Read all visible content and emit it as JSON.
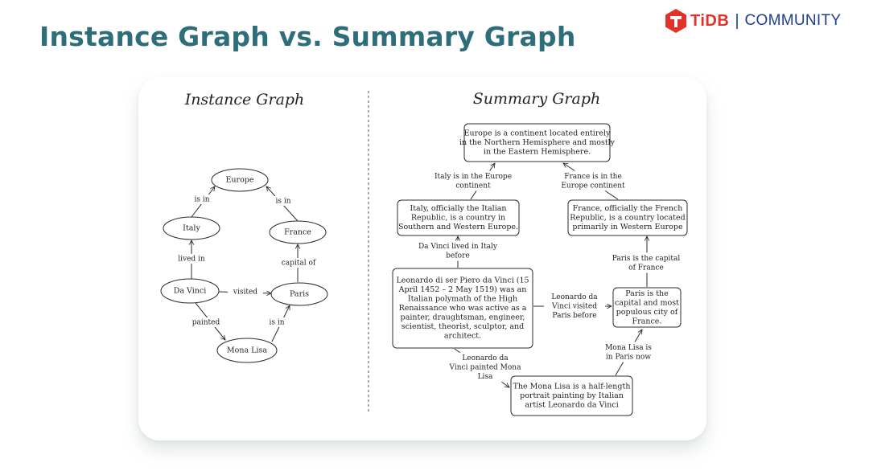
{
  "slide": {
    "title": "Instance Graph vs. Summary Graph"
  },
  "brand": {
    "name": "TiDB",
    "separator": "|",
    "community": "COMMUNITY",
    "accent_color": "#e0312b",
    "text_color": "#1d3f8f"
  },
  "colors": {
    "title": "#2e6e7a",
    "ink": "#2b2b2b"
  },
  "instance_graph": {
    "title": "Instance Graph",
    "nodes": [
      {
        "id": "europe",
        "label": "Europe"
      },
      {
        "id": "italy",
        "label": "Italy"
      },
      {
        "id": "france",
        "label": "France"
      },
      {
        "id": "davinci",
        "label": "Da Vinci"
      },
      {
        "id": "paris",
        "label": "Paris"
      },
      {
        "id": "monalisa",
        "label": "Mona Lisa"
      }
    ],
    "edges": [
      {
        "from": "italy",
        "to": "europe",
        "label": "is in"
      },
      {
        "from": "france",
        "to": "europe",
        "label": "is in"
      },
      {
        "from": "davinci",
        "to": "italy",
        "label": "lived in"
      },
      {
        "from": "paris",
        "to": "france",
        "label": "capital of"
      },
      {
        "from": "davinci",
        "to": "paris",
        "label": "visited"
      },
      {
        "from": "davinci",
        "to": "monalisa",
        "label": "painted"
      },
      {
        "from": "monalisa",
        "to": "paris",
        "label": "is in"
      }
    ]
  },
  "summary_graph": {
    "title": "Summary Graph",
    "nodes": [
      {
        "id": "europe",
        "lines": [
          "Europe is a continent located entirely",
          "in the Northern Hemisphere and mostly",
          "in the Eastern Hemisphere."
        ]
      },
      {
        "id": "italy",
        "lines": [
          "Italy, officially the Italian",
          "Republic, is a country in",
          "Southern and Western Europe."
        ]
      },
      {
        "id": "france",
        "lines": [
          "France, officially the French",
          "Republic, is a country located",
          "primarily in Western Europe"
        ]
      },
      {
        "id": "leonardo",
        "lines": [
          "Leonardo di ser Piero da Vinci (15",
          "April 1452 – 2 May 1519) was an",
          "Italian polymath of the High",
          "Renaissance who was active as a",
          "painter, draughtsman, engineer,",
          "scientist, theorist, sculptor, and",
          "architect."
        ]
      },
      {
        "id": "paris",
        "lines": [
          "Paris is the",
          "capital and most",
          "populous city of",
          "France."
        ]
      },
      {
        "id": "monalisa",
        "lines": [
          "The Mona Lisa is a half-length",
          "portrait painting by Italian",
          "artist Leonardo da Vinci"
        ]
      }
    ],
    "edges": [
      {
        "from": "italy",
        "to": "europe",
        "lines": [
          "Italy is in the Europe",
          "continent"
        ]
      },
      {
        "from": "france",
        "to": "europe",
        "lines": [
          "France is in the",
          "Europe continent"
        ]
      },
      {
        "from": "leonardo",
        "to": "italy",
        "lines": [
          "Da Vinci lived in Italy",
          "before"
        ]
      },
      {
        "from": "paris",
        "to": "france",
        "lines": [
          "Paris is the capital",
          "of France"
        ]
      },
      {
        "from": "leonardo",
        "to": "paris",
        "lines": [
          "Leonardo da",
          "Vinci visited",
          "Paris before"
        ]
      },
      {
        "from": "leonardo",
        "to": "monalisa",
        "lines": [
          "Leonardo da",
          "Vinci painted Mona",
          "Lisa"
        ]
      },
      {
        "from": "monalisa",
        "to": "paris",
        "lines": [
          "Mona Lisa is",
          "in Paris now"
        ]
      }
    ]
  }
}
